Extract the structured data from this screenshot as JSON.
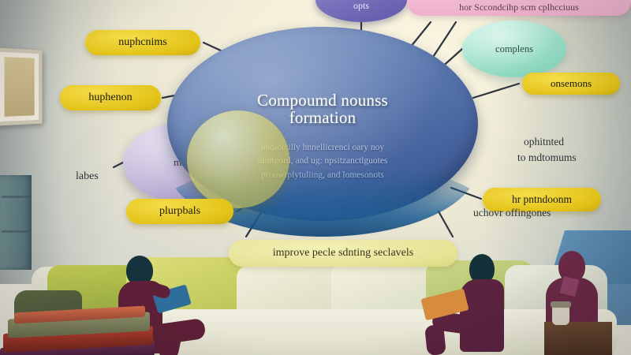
{
  "scene": {
    "description": "illustrated living room with sofa and three silhouetted people behind a mind-map diagram",
    "colors": {
      "wall": "#eeead7",
      "central_ellipse": "#5f7cb2",
      "lavender_ellipse": "#bfb2d6",
      "mint_ellipse": "#96dcc6",
      "purple_ellipse": "#5f58a8",
      "pink_bar": "#efb0cd",
      "pill_yellow": "#e3c318",
      "pill_pale_yellow": "#e6e396",
      "person_maroon": "#5e2038",
      "person_head": "#15333c",
      "cushion_green": "#b9c253",
      "sofa_cream": "#e7e8d7"
    }
  },
  "diagram": {
    "central": {
      "title_line1": "Compoumd nounss",
      "title_line2": "formation",
      "body_line1": "onoiotcilly hnnellicrenci oary noy",
      "body_line2": "ulintgord, and ug: npsitzanctlguotes",
      "body_line3": "proowrplytuliing, and lomesonots"
    },
    "nodes": [
      {
        "id": "purple-top",
        "label": "opts",
        "shape": "ellipse",
        "color": "#5f58a8"
      },
      {
        "id": "pink-bar",
        "label": "hor Sccondcihp scm cplhcciuus",
        "shape": "bar",
        "color": "#efb0cd"
      },
      {
        "id": "mint",
        "label": "complens",
        "shape": "ellipse",
        "color": "#96dcc6"
      },
      {
        "id": "lavender",
        "label": "mos",
        "shape": "ellipse",
        "color": "#bfb2d6"
      }
    ],
    "pills": [
      {
        "id": "nuphcnims",
        "label": "nuphcnims"
      },
      {
        "id": "huphenon",
        "label": "huphenon"
      },
      {
        "id": "plurpbals",
        "label": "plurpbals"
      },
      {
        "id": "onsemons",
        "label": "onsemons"
      },
      {
        "id": "pntndoonm",
        "label": "hr pntndoonm"
      },
      {
        "id": "improve",
        "label": "improve pecle sdnting seclavels"
      }
    ],
    "plain_labels": [
      {
        "id": "labes",
        "label": "labes"
      },
      {
        "id": "ophitnted",
        "label": "ophitnted"
      },
      {
        "id": "to-mdtomums",
        "label": "to mdtomums"
      },
      {
        "id": "uchovr-offingones",
        "label": "uchovr offingones"
      }
    ]
  }
}
